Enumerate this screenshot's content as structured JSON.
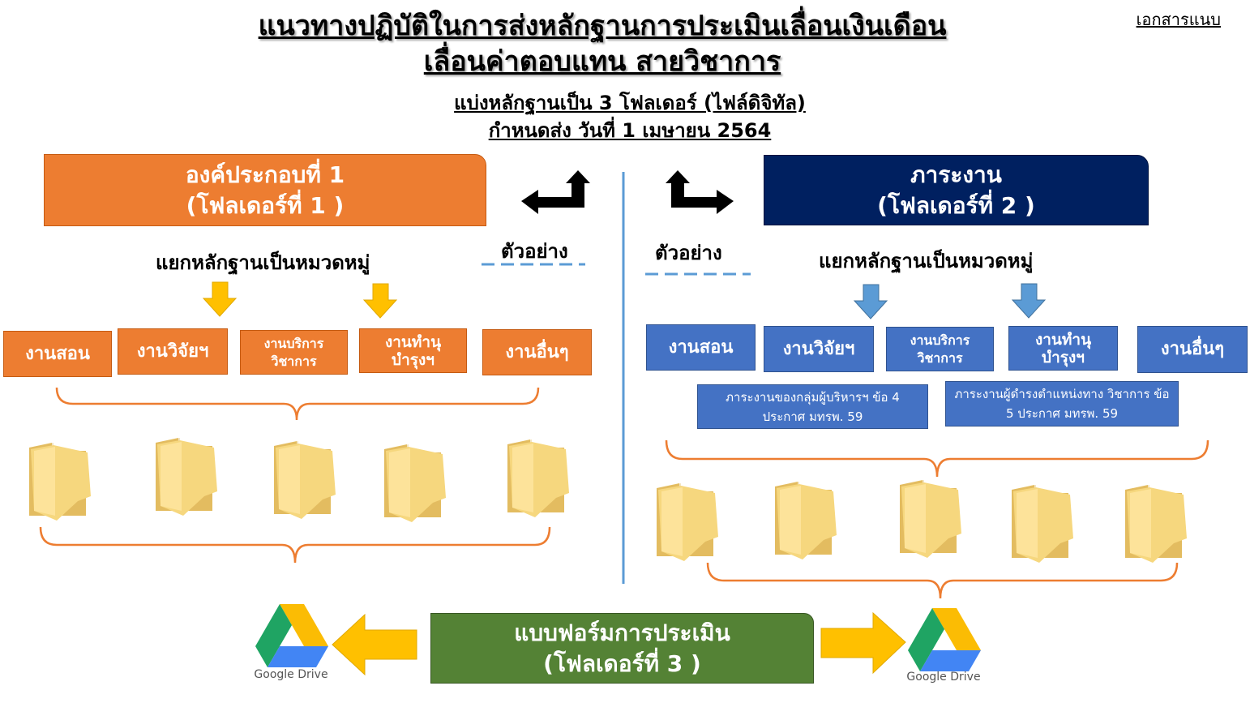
{
  "header": {
    "title_line1": "แนวทางปฏิบัติในการส่งหลักฐานการประเมินเลื่อนเงินเดือน",
    "title_line2": "เลื่อนค่าตอบแทน สายวิชาการ",
    "subtitle_line1": "แบ่งหลักฐานเป็น 3 โฟลเดอร์ (ไฟล์ดิจิทัล)",
    "subtitle_line2": "กำหนดส่ง วันที่ 1 เมษายน 2564",
    "attachment_label": "เอกสารแนบ"
  },
  "folder1": {
    "title": "องค์ประกอบที่ 1",
    "folder_label": "(โฟลเดอร์ที่ 1 )",
    "heading": "แยกหลักฐานเป็นหมวดหมู่",
    "example_label": "ตัวอย่าง",
    "categories": [
      "งานสอน",
      "งานวิจัยฯ",
      "งานบริการ วิชาการ",
      "งานทำนุ บำรุงฯ",
      "งานอื่นๆ"
    ],
    "color": "#ed7d31"
  },
  "folder2": {
    "title": "ภาระงาน",
    "folder_label": "(โฟลเดอร์ที่ 2 )",
    "heading": "แยกหลักฐานเป็นหมวดหมู่",
    "example_label": "ตัวอย่าง",
    "categories": [
      "งานสอน",
      "งานวิจัยฯ",
      "งานบริการ วิชาการ",
      "งานทำนุ บำรุงฯ",
      "งานอื่นๆ"
    ],
    "notes": [
      "ภาระงานของกลุ่มผู้บริหารฯ ข้อ 4 ประกาศ มทรพ. 59",
      "ภาระงานผู้ดำรงตำแหน่งทาง วิชาการ ข้อ 5 ประกาศ มทรพ. 59"
    ],
    "color": "#002060"
  },
  "folder3": {
    "title": "แบบฟอร์มการประเมิน",
    "folder_label": "(โฟลเดอร์ที่ 3 )",
    "color": "#548235"
  },
  "google_drive": {
    "label": "Google Drive",
    "icon": "google-drive-icon"
  },
  "icons": {
    "folder": "folder-icon",
    "arrow_down": "arrow-down-icon",
    "arrow_left": "arrow-left-icon",
    "arrow_right": "arrow-right-icon"
  }
}
